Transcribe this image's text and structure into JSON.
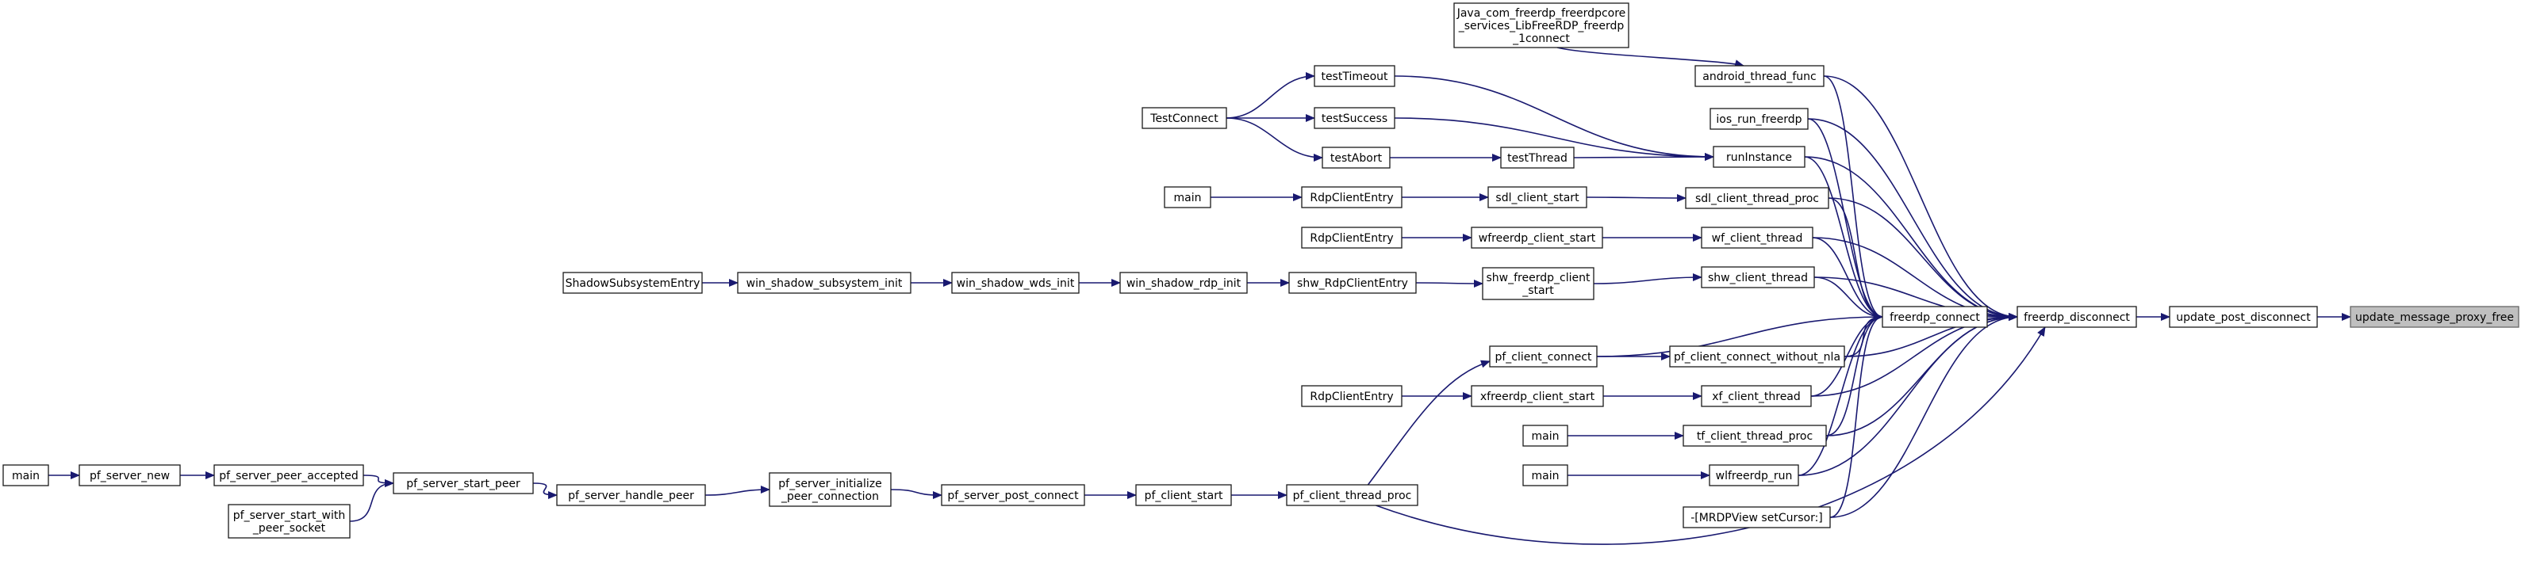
{
  "graph": {
    "root": "update_message_proxy_free",
    "colors": {
      "edge": "#191970",
      "node_border": "#1a1a1a",
      "root_fill": "#bfbfbf",
      "root_border": "#666666",
      "background": "#ffffff"
    },
    "nodes": [
      {
        "id": "n_umpf",
        "lines": [
          "update_message_proxy_free"
        ],
        "root": true
      },
      {
        "id": "n_upd",
        "lines": [
          "update_post_disconnect"
        ]
      },
      {
        "id": "n_fdis",
        "lines": [
          "freerdp_disconnect"
        ]
      },
      {
        "id": "n_fcon",
        "lines": [
          "freerdp_connect"
        ]
      },
      {
        "id": "n_java",
        "lines": [
          "Java_com_freerdp_freerdpcore",
          "_services_LibFreeRDP_freerdp",
          "_1connect"
        ]
      },
      {
        "id": "n_atf",
        "lines": [
          "android_thread_func"
        ]
      },
      {
        "id": "n_ios",
        "lines": [
          "ios_run_freerdp"
        ]
      },
      {
        "id": "n_runi",
        "lines": [
          "runInstance"
        ]
      },
      {
        "id": "n_sdlctp",
        "lines": [
          "sdl_client_thread_proc"
        ]
      },
      {
        "id": "n_wfct",
        "lines": [
          "wf_client_thread"
        ]
      },
      {
        "id": "n_shwct",
        "lines": [
          "shw_client_thread"
        ]
      },
      {
        "id": "n_pfcwn",
        "lines": [
          "pf_client_connect_without_nla"
        ]
      },
      {
        "id": "n_xfct",
        "lines": [
          "xf_client_thread"
        ]
      },
      {
        "id": "n_tfctp",
        "lines": [
          "tf_client_thread_proc"
        ]
      },
      {
        "id": "n_wlfr",
        "lines": [
          "wlfreerdp_run"
        ]
      },
      {
        "id": "n_mrdp",
        "lines": [
          "-[MRDPView setCursor:]"
        ]
      },
      {
        "id": "n_ttime",
        "lines": [
          "testTimeout"
        ]
      },
      {
        "id": "n_tsucc",
        "lines": [
          "testSuccess"
        ]
      },
      {
        "id": "n_tabort",
        "lines": [
          "testAbort"
        ]
      },
      {
        "id": "n_tthread",
        "lines": [
          "testThread"
        ]
      },
      {
        "id": "n_tconn",
        "lines": [
          "TestConnect"
        ]
      },
      {
        "id": "n_sdlcs",
        "lines": [
          "sdl_client_start"
        ]
      },
      {
        "id": "n_rce1",
        "lines": [
          "RdpClientEntry"
        ]
      },
      {
        "id": "n_main1",
        "lines": [
          "main"
        ]
      },
      {
        "id": "n_wfcs",
        "lines": [
          "wfreerdp_client_start"
        ]
      },
      {
        "id": "n_rce2",
        "lines": [
          "RdpClientEntry"
        ]
      },
      {
        "id": "n_shwfcs",
        "lines": [
          "shw_freerdp_client",
          "_start"
        ]
      },
      {
        "id": "n_shwrce",
        "lines": [
          "shw_RdpClientEntry"
        ]
      },
      {
        "id": "n_wsrdp",
        "lines": [
          "win_shadow_rdp_init"
        ]
      },
      {
        "id": "n_wswds",
        "lines": [
          "win_shadow_wds_init"
        ]
      },
      {
        "id": "n_wssub",
        "lines": [
          "win_shadow_subsystem_init"
        ]
      },
      {
        "id": "n_sse",
        "lines": [
          "ShadowSubsystemEntry"
        ]
      },
      {
        "id": "n_pfcc",
        "lines": [
          "pf_client_connect"
        ]
      },
      {
        "id": "n_xfcs",
        "lines": [
          "xfreerdp_client_start"
        ]
      },
      {
        "id": "n_rce3",
        "lines": [
          "RdpClientEntry"
        ]
      },
      {
        "id": "n_main2",
        "lines": [
          "main"
        ]
      },
      {
        "id": "n_main3",
        "lines": [
          "main"
        ]
      },
      {
        "id": "n_pfctp",
        "lines": [
          "pf_client_thread_proc"
        ]
      },
      {
        "id": "n_pfcs",
        "lines": [
          "pf_client_start"
        ]
      },
      {
        "id": "n_pfspc",
        "lines": [
          "pf_server_post_connect"
        ]
      },
      {
        "id": "n_pfsipc",
        "lines": [
          "pf_server_initialize",
          "_peer_connection"
        ]
      },
      {
        "id": "n_pfshp",
        "lines": [
          "pf_server_handle_peer"
        ]
      },
      {
        "id": "n_pfssp",
        "lines": [
          "pf_server_start_peer"
        ]
      },
      {
        "id": "n_pfspa",
        "lines": [
          "pf_server_peer_accepted"
        ]
      },
      {
        "id": "n_pfsn",
        "lines": [
          "pf_server_new"
        ]
      },
      {
        "id": "n_main4",
        "lines": [
          "main"
        ]
      },
      {
        "id": "n_pfsswps",
        "lines": [
          "pf_server_start_with",
          "_peer_socket"
        ]
      }
    ],
    "edges": [
      [
        "n_upd",
        "n_umpf"
      ],
      [
        "n_fdis",
        "n_upd"
      ],
      [
        "n_fcon",
        "n_fdis"
      ],
      [
        "n_atf",
        "n_fdis"
      ],
      [
        "n_ios",
        "n_fdis"
      ],
      [
        "n_runi",
        "n_fdis"
      ],
      [
        "n_sdlctp",
        "n_fdis"
      ],
      [
        "n_wfct",
        "n_fdis"
      ],
      [
        "n_shwct",
        "n_fdis"
      ],
      [
        "n_pfcwn",
        "n_fdis"
      ],
      [
        "n_xfct",
        "n_fdis"
      ],
      [
        "n_tfctp",
        "n_fdis"
      ],
      [
        "n_wlfr",
        "n_fdis"
      ],
      [
        "n_mrdp",
        "n_fdis"
      ],
      [
        "n_java",
        "n_atf"
      ],
      [
        "n_atf",
        "n_fcon"
      ],
      [
        "n_ios",
        "n_fcon"
      ],
      [
        "n_runi",
        "n_fcon"
      ],
      [
        "n_sdlctp",
        "n_fcon"
      ],
      [
        "n_wfct",
        "n_fcon"
      ],
      [
        "n_shwct",
        "n_fcon"
      ],
      [
        "n_pfcc",
        "n_fcon"
      ],
      [
        "n_pfcwn",
        "n_fcon"
      ],
      [
        "n_xfct",
        "n_fcon"
      ],
      [
        "n_tfctp",
        "n_fcon"
      ],
      [
        "n_wlfr",
        "n_fcon"
      ],
      [
        "n_mrdp",
        "n_fcon"
      ],
      [
        "n_pfctp",
        "n_fdis"
      ],
      [
        "n_ttime",
        "n_runi"
      ],
      [
        "n_tsucc",
        "n_runi"
      ],
      [
        "n_tthread",
        "n_runi"
      ],
      [
        "n_tconn",
        "n_ttime"
      ],
      [
        "n_tconn",
        "n_tsucc"
      ],
      [
        "n_tconn",
        "n_tabort"
      ],
      [
        "n_tabort",
        "n_tthread"
      ],
      [
        "n_sdlcs",
        "n_sdlctp"
      ],
      [
        "n_rce1",
        "n_sdlcs"
      ],
      [
        "n_main1",
        "n_rce1"
      ],
      [
        "n_wfcs",
        "n_wfct"
      ],
      [
        "n_rce2",
        "n_wfcs"
      ],
      [
        "n_shwfcs",
        "n_shwct"
      ],
      [
        "n_shwrce",
        "n_shwfcs"
      ],
      [
        "n_wsrdp",
        "n_shwrce"
      ],
      [
        "n_wswds",
        "n_wsrdp"
      ],
      [
        "n_wssub",
        "n_wswds"
      ],
      [
        "n_sse",
        "n_wssub"
      ],
      [
        "n_pfcc",
        "n_pfcwn"
      ],
      [
        "n_pfctp",
        "n_pfcc"
      ],
      [
        "n_xfcs",
        "n_xfct"
      ],
      [
        "n_rce3",
        "n_xfcs"
      ],
      [
        "n_main2",
        "n_tfctp"
      ],
      [
        "n_main3",
        "n_wlfr"
      ],
      [
        "n_pfcs",
        "n_pfctp"
      ],
      [
        "n_pfspc",
        "n_pfcs"
      ],
      [
        "n_pfsipc",
        "n_pfspc"
      ],
      [
        "n_pfshp",
        "n_pfsipc"
      ],
      [
        "n_pfssp",
        "n_pfshp"
      ],
      [
        "n_pfspa",
        "n_pfssp"
      ],
      [
        "n_pfsswps",
        "n_pfssp"
      ],
      [
        "n_pfsn",
        "n_pfspa"
      ],
      [
        "n_main4",
        "n_pfsn"
      ]
    ]
  }
}
